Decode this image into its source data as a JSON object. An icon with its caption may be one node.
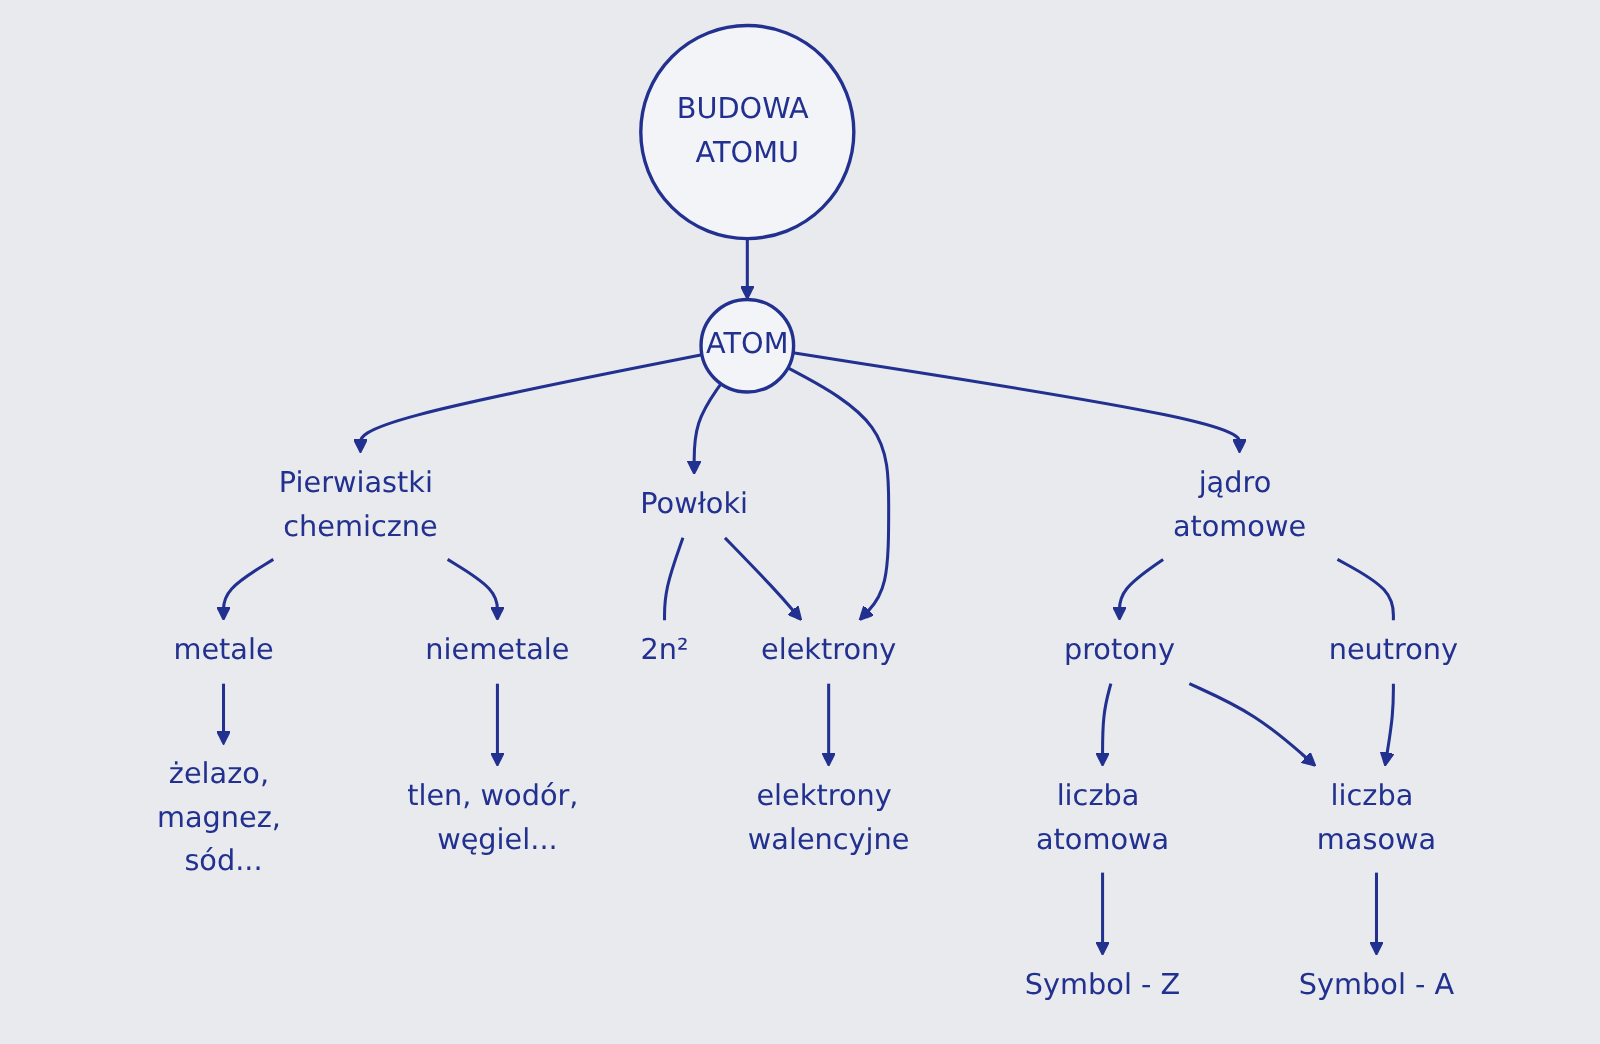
{
  "diagram": {
    "nodes": [
      {
        "text": [
          "BUDOWA ATOMU"
        ]
      },
      {
        "text": [
          "ATOM"
        ]
      },
      {
        "text": [
          "Pierwiastki chemiczne"
        ]
      },
      {
        "text": [
          "metale"
        ]
      },
      {
        "text": [
          "niemetale"
        ]
      },
      {
        "text": [
          "żelazo, magnez, sód..."
        ]
      },
      {
        "text": [
          "tlen, wodór, węgiel..."
        ]
      },
      {
        "text": [
          "Powłoki"
        ]
      },
      {
        "text": [
          "2n²"
        ]
      },
      {
        "text": [
          "elektrony"
        ]
      },
      {
        "text": [
          "elektrony walencyjne"
        ]
      },
      {
        "text": [
          "jądro atomowe"
        ]
      },
      {
        "text": [
          "protony"
        ]
      },
      {
        "text": [
          "neutrony"
        ]
      },
      {
        "text": [
          "liczba atomowa"
        ]
      },
      {
        "text": [
          "Symbol - Z"
        ]
      },
      {
        "text": [
          "liczba masowa"
        ]
      },
      {
        "text": [
          "Symbol - A"
        ]
      }
    ],
    "edges": [
      {
        "from": 0,
        "to": 1,
        "arrow": "to"
      },
      {
        "from": 1,
        "to": 2,
        "arrow": "to"
      },
      {
        "from": 2,
        "to": 3,
        "arrow": "to"
      },
      {
        "from": 2,
        "to": 4,
        "arrow": "to"
      },
      {
        "from": 3,
        "to": 5,
        "arrow": "to"
      },
      {
        "from": 4,
        "to": 6,
        "arrow": "to"
      },
      {
        "from": 1,
        "to": 7,
        "arrow": "to"
      },
      {
        "from": 7,
        "to": 8,
        "arrow": "none"
      },
      {
        "from": 7,
        "to": 9,
        "arrow": "to"
      },
      {
        "from": 1,
        "to": 9,
        "arrow": "to"
      },
      {
        "from": 9,
        "to": 10,
        "arrow": "to"
      },
      {
        "from": 1,
        "to": 11,
        "arrow": "to"
      },
      {
        "from": 11,
        "to": 12,
        "arrow": "to"
      },
      {
        "from": 11,
        "to": 13,
        "arrow": "none"
      },
      {
        "from": 12,
        "to": 14,
        "arrow": "to"
      },
      {
        "from": 14,
        "to": 15,
        "arrow": "to"
      },
      {
        "from": 12,
        "to": 16,
        "arrow": "to"
      },
      {
        "from": 13,
        "to": 16,
        "arrow": "to"
      },
      {
        "from": 16,
        "to": 17,
        "arrow": "to"
      }
    ]
  }
}
